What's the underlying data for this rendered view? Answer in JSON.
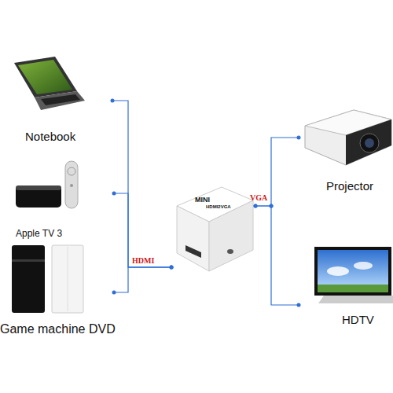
{
  "diagram": {
    "nodes": [
      {
        "text": [
          "Notebook"
        ]
      },
      {
        "text": [
          "Apple TV 3"
        ]
      },
      {
        "text": [
          "Game machine DVD"
        ]
      },
      {
        "text": [
          "MINI",
          "HDMI2VGA"
        ]
      },
      {
        "text": [
          "Projector"
        ]
      },
      {
        "text": [
          "HDTV"
        ]
      }
    ],
    "edges": [
      {
        "from": 0,
        "to": 3,
        "arrow": "none"
      },
      {
        "from": 1,
        "to": 3,
        "arrow": "none"
      },
      {
        "from": 2,
        "to": 3,
        "label": "HDMI",
        "arrow": "none"
      },
      {
        "from": 3,
        "to": 4,
        "label": "VGA",
        "arrow": "none"
      },
      {
        "from": 3,
        "to": 5,
        "arrow": "none"
      }
    ]
  }
}
